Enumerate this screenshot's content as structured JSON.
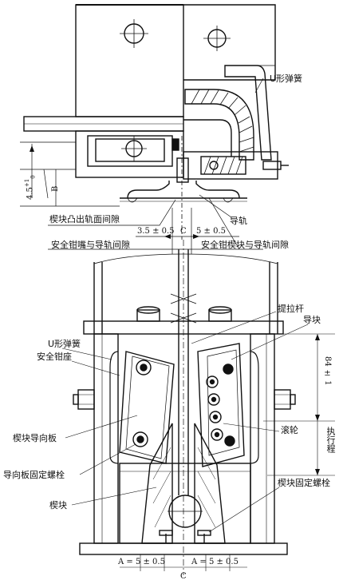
{
  "labels": {
    "u_spring_top": "U形弹簧",
    "wedge_gap": "楔块凸出轨面间隙",
    "guide_rail": "导轨",
    "jaw_gap": "安全钳嘴与导轨间隙",
    "wedge_rail_gap": "安全钳楔块与导轨间隙",
    "pull_rod": "提拉杆",
    "guide_block": "导块",
    "u_spring_bottom": "U形弹簧",
    "safety_gear_seat": "安全钳座",
    "wedge_guide_plate": "楔块导向板",
    "guide_plate_bolt": "导向板固定螺栓",
    "wedge": "楔块",
    "roller": "滚轮",
    "wedge_fix_bolt": "楔块固定螺栓",
    "travel": "执行程"
  },
  "dimensions": {
    "dim_45": "4.5",
    "dim_45_tol": "+1",
    "dim_45_tol0": "0",
    "dim_B": "B",
    "dim_35": "3.5 ± 0.5",
    "dim_C_top": "C",
    "dim_5_top": "5 ± 0.5",
    "dim_84": "84 ± 1",
    "dim_A_left": "A = 5 ± 0.5",
    "dim_A_right": "A = 5 ± 0.5",
    "dim_C_bottom": "C"
  }
}
